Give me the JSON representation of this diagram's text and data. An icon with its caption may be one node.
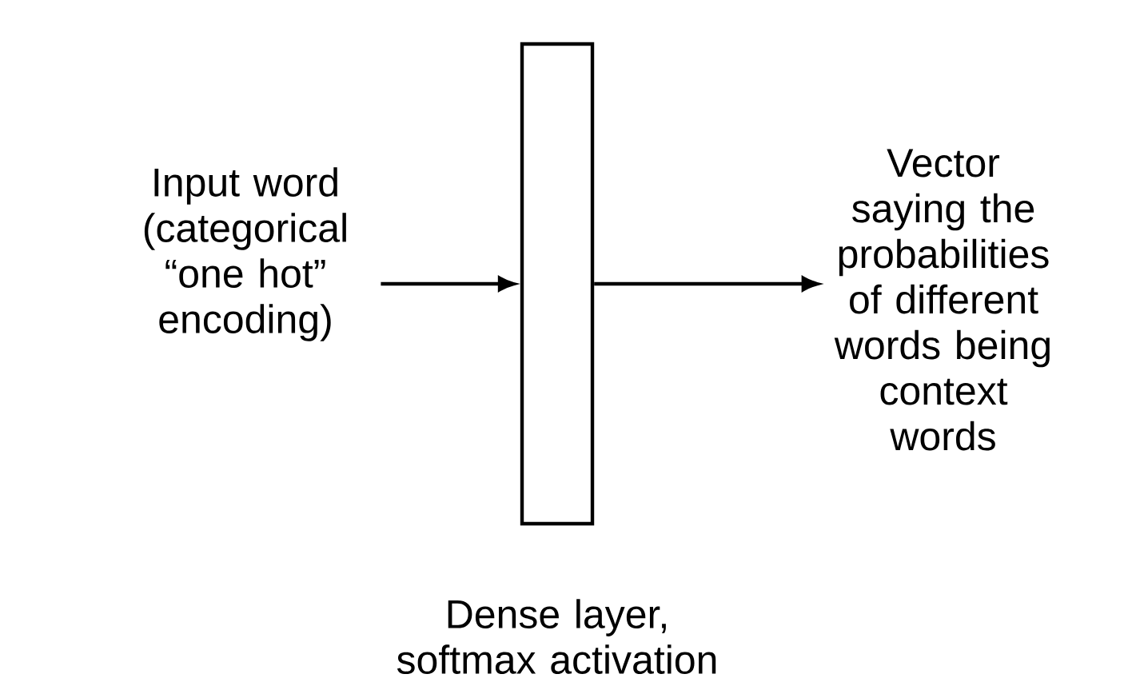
{
  "diagram": {
    "nodes": [
      {
        "text": [
          "Input word (categorical “one hot” encoding)"
        ]
      },
      {
        "text": [],
        "shape": "box",
        "beside": [
          "Dense layer, softmax activation"
        ]
      },
      {
        "text": [
          "Vector saying the probabilities of different words being context words"
        ]
      }
    ],
    "edges": [
      {
        "from": 0,
        "to": 1,
        "arrow": "to"
      },
      {
        "from": 1,
        "to": 2,
        "arrow": "to"
      }
    ]
  }
}
